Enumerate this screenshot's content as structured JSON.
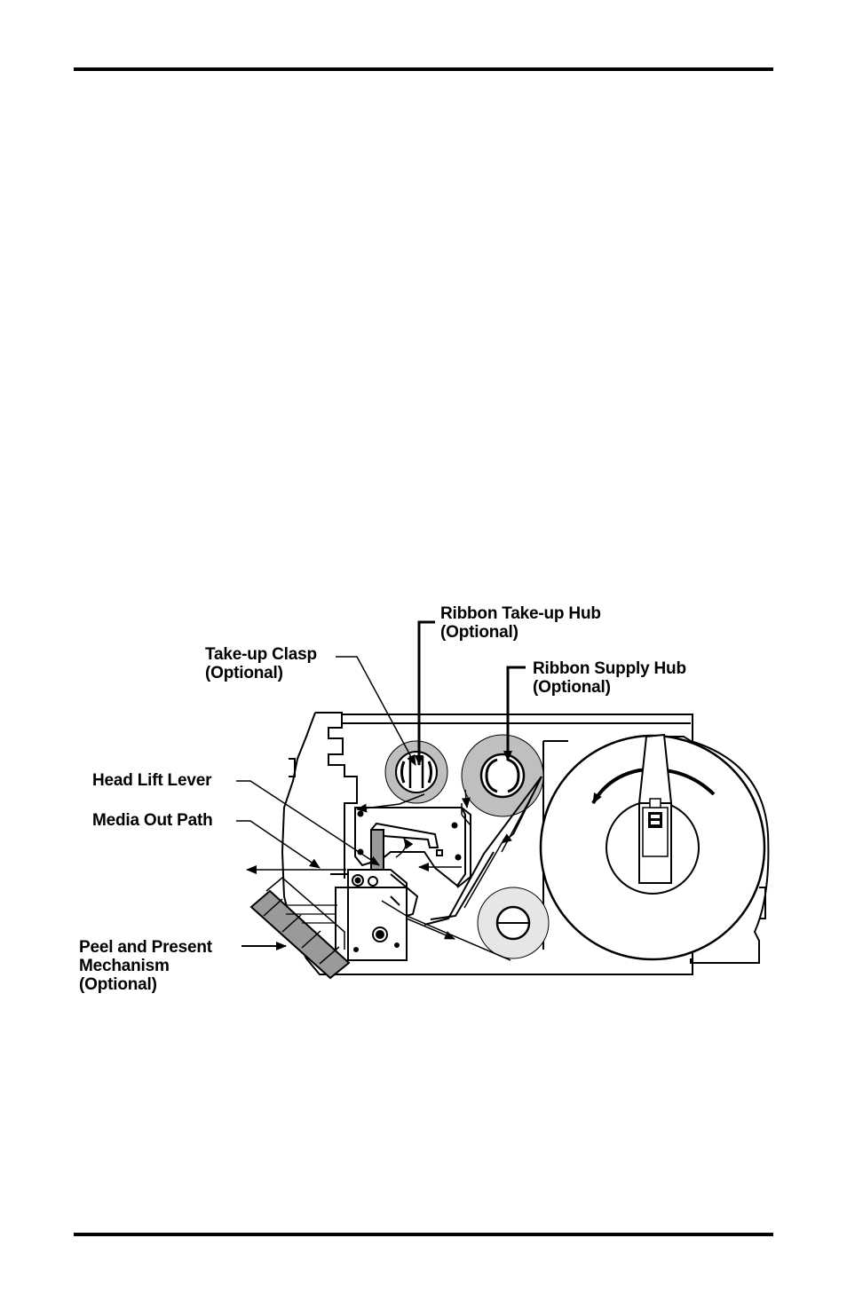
{
  "labels": {
    "ribbon_takeup_hub": [
      "Ribbon Take-up Hub",
      "(Optional)"
    ],
    "takeup_clasp": [
      "Take-up Clasp",
      "(Optional)"
    ],
    "ribbon_supply_hub": [
      "Ribbon Supply Hub",
      "(Optional)"
    ],
    "head_lift_lever": "Head Lift Lever",
    "media_out_path": "Media Out Path",
    "peel_and_present": [
      "Peel and Present",
      "Mechanism",
      "(Optional)"
    ]
  }
}
